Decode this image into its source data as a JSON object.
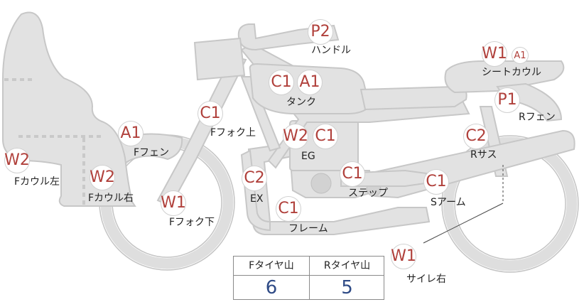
{
  "codes": {
    "handle": "P2",
    "seat_cowl": "W1",
    "seat_cowl_sub": "A1",
    "tank_c": "C1",
    "tank_a": "A1",
    "rear_fender": "P1",
    "front_fork_upper": "C1",
    "rear_susp": "C2",
    "front_fender": "A1",
    "engine_w": "W2",
    "engine_c": "C1",
    "cowl_left": "W2",
    "exhaust": "C2",
    "step": "C1",
    "swingarm": "C1",
    "cowl_right": "W2",
    "front_fork_lower": "W1",
    "frame": "C1",
    "side_right": "W1"
  },
  "labels": {
    "handle": "ハンドル",
    "seat_cowl": "シートカウル",
    "tank": "タンク",
    "rear_fender": "Rフェン",
    "front_fork_upper": "Fフォク上",
    "rear_susp": "Rサス",
    "front_fender": "Fフェン",
    "engine": "EG",
    "cowl_left": "Fカウル左",
    "exhaust": "EX",
    "step": "ステップ",
    "swingarm": "Sアーム",
    "cowl_right": "Fカウル右",
    "front_fork_lower": "Fフォク下",
    "frame": "フレーム",
    "side_right": "サイレ右"
  },
  "tire_table": {
    "front_header": "Fタイヤ山",
    "rear_header": "Rタイヤ山",
    "front_value": "6",
    "rear_value": "5"
  }
}
